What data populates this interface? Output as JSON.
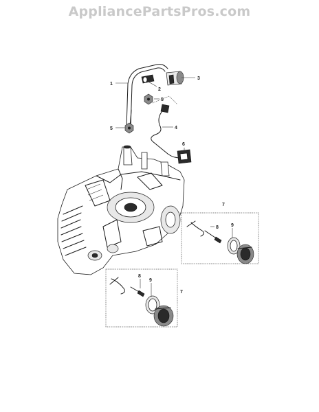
{
  "watermark": "AppliancePartsPros.com",
  "callouts": {
    "c1": "1",
    "c2": "2",
    "c3": "3",
    "c4": "4",
    "c5a": "5",
    "c5b": "5",
    "c6": "6",
    "c7a": "7",
    "c7b": "7",
    "c8a": "8",
    "c8b": "8",
    "c9a": "9",
    "c9b": "9"
  }
}
